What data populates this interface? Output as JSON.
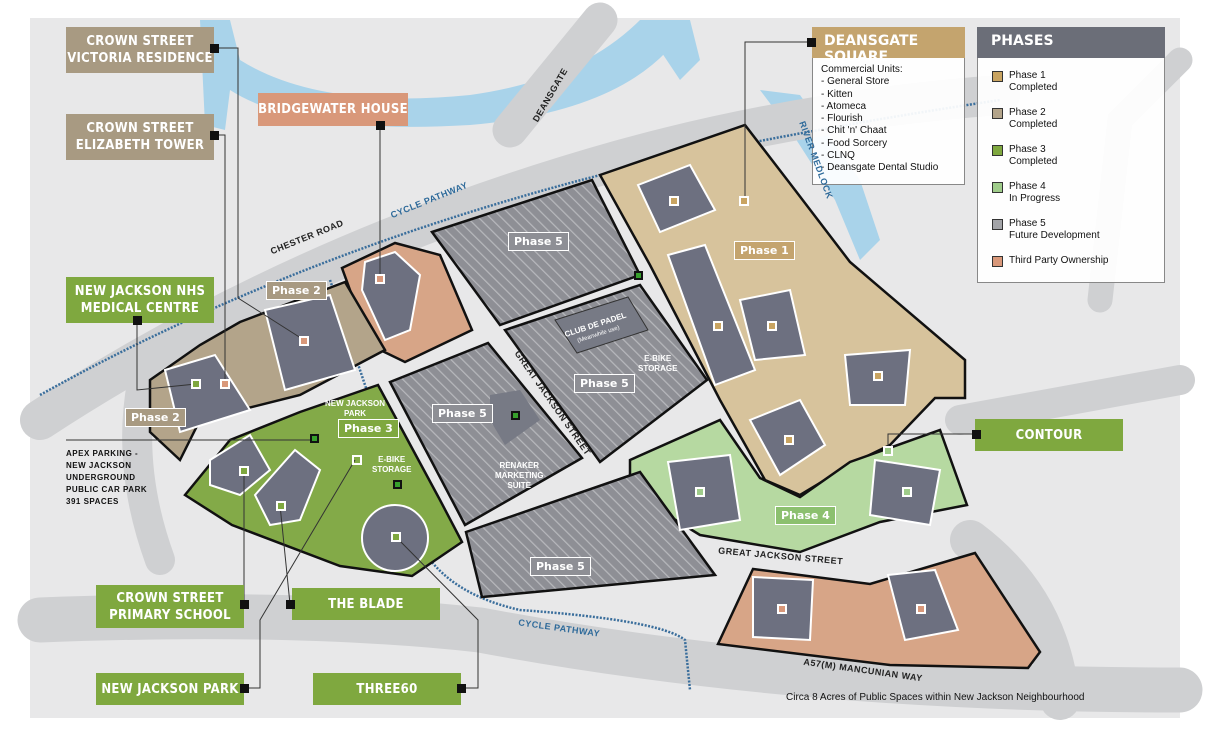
{
  "labels": {
    "victoria": "Crown Street Victoria Residence",
    "elizabeth": "Crown Street Elizabeth Tower",
    "bridgewater": "Bridgewater House",
    "nhs": "New Jackson NHS Medical Centre",
    "deansgate_square": "Deansgate Square",
    "contour": "Contour",
    "primary_school": "Crown Street Primary School",
    "blade": "The Blade",
    "park": "New Jackson Park",
    "three60": "Three60"
  },
  "deansgate_panel": {
    "heading": "Commercial Units:",
    "units": [
      "- General Store",
      "- Kitten",
      "- Atomeca",
      "- Flourish",
      "- Chit 'n' Chaat",
      "- Food Sorcery",
      "- CLNQ",
      "- Deansgate Dental Studio"
    ]
  },
  "legend": {
    "title": "Phases",
    "items": [
      {
        "name": "Phase 1",
        "status": "Completed",
        "color": "#c9a461"
      },
      {
        "name": "Phase 2",
        "status": "Completed",
        "color": "#b3a48a"
      },
      {
        "name": "Phase 3",
        "status": "Completed",
        "color": "#7fa83f"
      },
      {
        "name": "Phase 4",
        "status": "In Progress",
        "color": "#9fcc8a"
      },
      {
        "name": "Phase 5",
        "status": "Future Development",
        "color": "#a3a4a8"
      },
      {
        "name": "Third Party Ownership",
        "status": "",
        "color": "#d9987a"
      }
    ]
  },
  "phase_tags": {
    "p1": "Phase 1",
    "p2a": "Phase 2",
    "p2b": "Phase 2",
    "p3": "Phase 3",
    "p4": "Phase 4",
    "p5a": "Phase 5",
    "p5b": "Phase 5",
    "p5c": "Phase 5",
    "p5d": "Phase 5"
  },
  "streets": {
    "chester": "CHESTER ROAD",
    "cycle1": "CYCLE PATHWAY",
    "cycle2": "CYCLE PATHWAY",
    "deansgate": "DEANSGATE",
    "medlock": "RIVER MEDLOCK",
    "gjs1": "GREAT JACKSON STREET",
    "gjs2": "GREAT JACKSON STREET",
    "mancunian": "A57(M) MANCUNIAN WAY"
  },
  "map_text": {
    "padel": "CLUB DE PADEL",
    "padel_sub": "(Meanwhile use)",
    "ebike1": "E-BIKE\nSTORAGE",
    "ebike2": "E-BIKE\nSTORAGE",
    "renaker": "RENAKER\nMARKETING\nSUITE",
    "park_label": "NEW JACKSON\nPARK",
    "apex": "APEX PARKING -\nNEW JACKSON\nUNDERGROUND\nPUBLIC CAR PARK\n391 SPACES"
  },
  "footer": "Circa 8 Acres of Public Spaces within New Jackson Neighbourhood"
}
